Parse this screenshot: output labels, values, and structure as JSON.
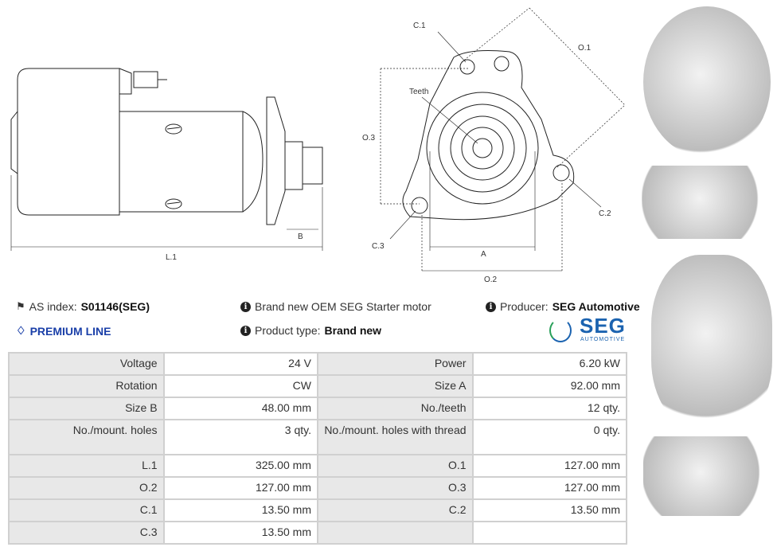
{
  "diagram": {
    "side": {
      "l1": "L.1",
      "b": "B"
    },
    "front": {
      "c1": "C.1",
      "teeth": "Teeth",
      "o1": "O.1",
      "o3": "O.3",
      "c2": "C.2",
      "c3": "C.3",
      "a": "A",
      "o2": "O.2"
    }
  },
  "info": {
    "as_index_label": "AS index:",
    "as_index_value": "S01146(SEG)",
    "premium": "PREMIUM LINE",
    "description": "Brand new OEM SEG Starter motor",
    "product_type_label": "Product type:",
    "product_type_value": "Brand new",
    "producer_label": "Producer:",
    "producer_value": "SEG Automotive",
    "logo_main": "SEG",
    "logo_sub": "AUTOMOTIVE"
  },
  "colors": {
    "premium": "#1a3fa8",
    "logo_blue": "#1b63b0",
    "logo_green": "#2aa05a"
  },
  "specs": [
    [
      {
        "l": "Voltage",
        "v": "24 V"
      },
      {
        "l": "Power",
        "v": "6.20 kW"
      }
    ],
    [
      {
        "l": "Rotation",
        "v": "CW"
      },
      {
        "l": "Size A",
        "v": "92.00 mm"
      }
    ],
    [
      {
        "l": "Size B",
        "v": "48.00 mm"
      },
      {
        "l": "No./teeth",
        "v": "12 qty."
      }
    ],
    [
      {
        "l": "No./mount. holes",
        "v": "3 qty."
      },
      {
        "l": "No./mount. holes with thread",
        "v": "0 qty."
      }
    ],
    [
      {
        "l": "L.1",
        "v": "325.00 mm"
      },
      {
        "l": "O.1",
        "v": "127.00 mm"
      }
    ],
    [
      {
        "l": "O.2",
        "v": "127.00 mm"
      },
      {
        "l": "O.3",
        "v": "127.00 mm"
      }
    ],
    [
      {
        "l": "C.1",
        "v": "13.50 mm"
      },
      {
        "l": "C.2",
        "v": "13.50 mm"
      }
    ],
    [
      {
        "l": "C.3",
        "v": "13.50 mm"
      },
      {
        "l": "",
        "v": ""
      }
    ]
  ]
}
